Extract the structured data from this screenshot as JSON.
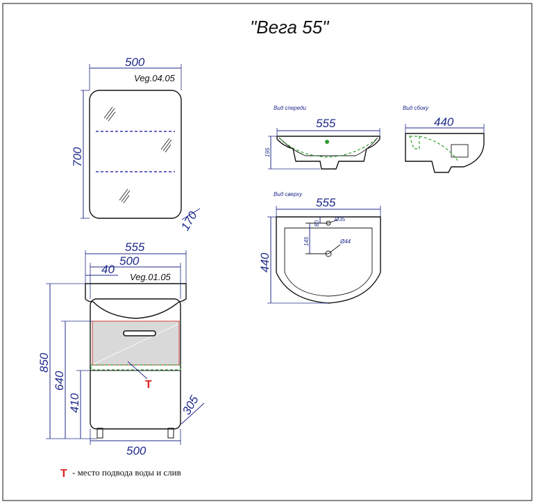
{
  "title": "\"Вега 55\"",
  "mirror": {
    "code": "Veg.04.05",
    "width": "500",
    "height": "700",
    "depth": "170"
  },
  "cabinet": {
    "code": "Veg.01.05",
    "width_top": "555",
    "width_body": "500",
    "offset": "40",
    "height_total": "850",
    "height_drawer": "640",
    "height_door": "410",
    "depth": "305",
    "width_bottom": "500",
    "connection_mark": "T"
  },
  "sink_views": {
    "front": {
      "label": "Вид спереди",
      "width": "555",
      "height": "195"
    },
    "side": {
      "label": "Вид сбоку",
      "width": "440"
    },
    "top": {
      "label": "Вид сверху",
      "width": "555",
      "depth": "440",
      "dim_60": "60",
      "dim_145": "145",
      "hole_small": "Ø35",
      "hole_large": "Ø44"
    }
  },
  "legend": {
    "mark": "T",
    "text": "- место подвода воды и слив"
  },
  "colors": {
    "dimension": "#1f2a8a",
    "hidden_line": "#2e9e2e",
    "connection": "#e02020",
    "drawer_fill": "#d9d9d9"
  }
}
